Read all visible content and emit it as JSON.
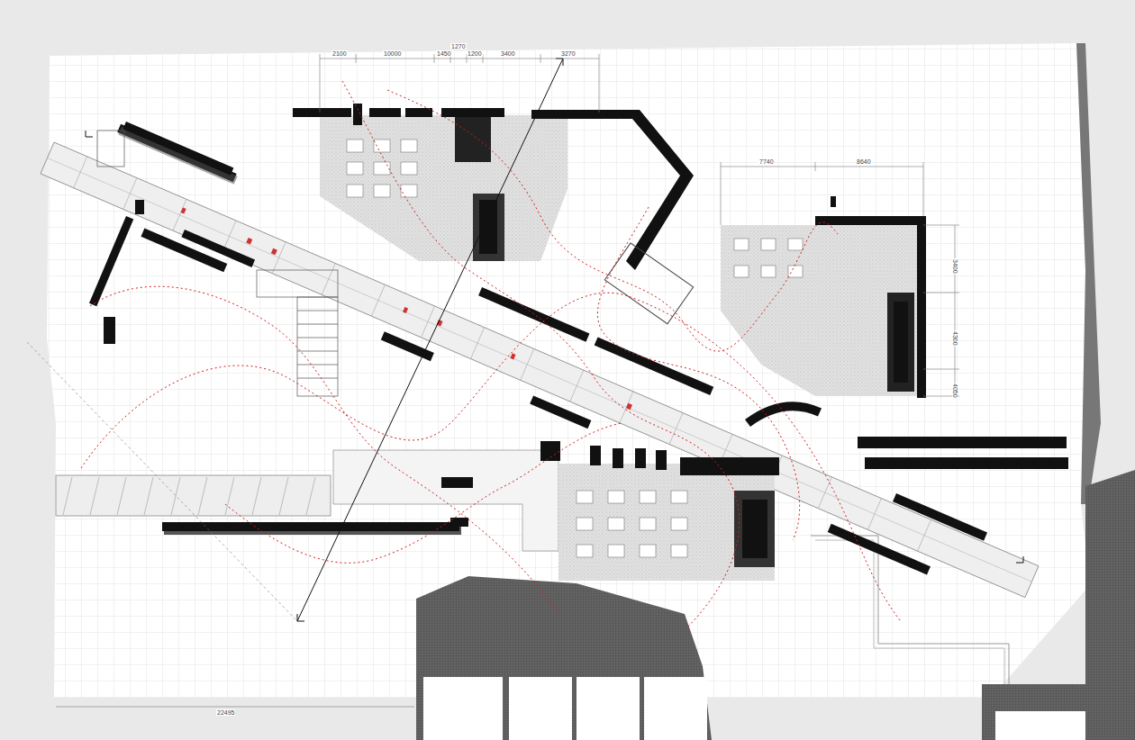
{
  "diagram": {
    "labels": [
      "2100",
      "10000",
      "1450",
      "1270",
      "1200",
      "3400",
      "3270",
      "7740",
      "8640",
      "3400",
      "4300",
      "4050",
      "22495"
    ]
  }
}
